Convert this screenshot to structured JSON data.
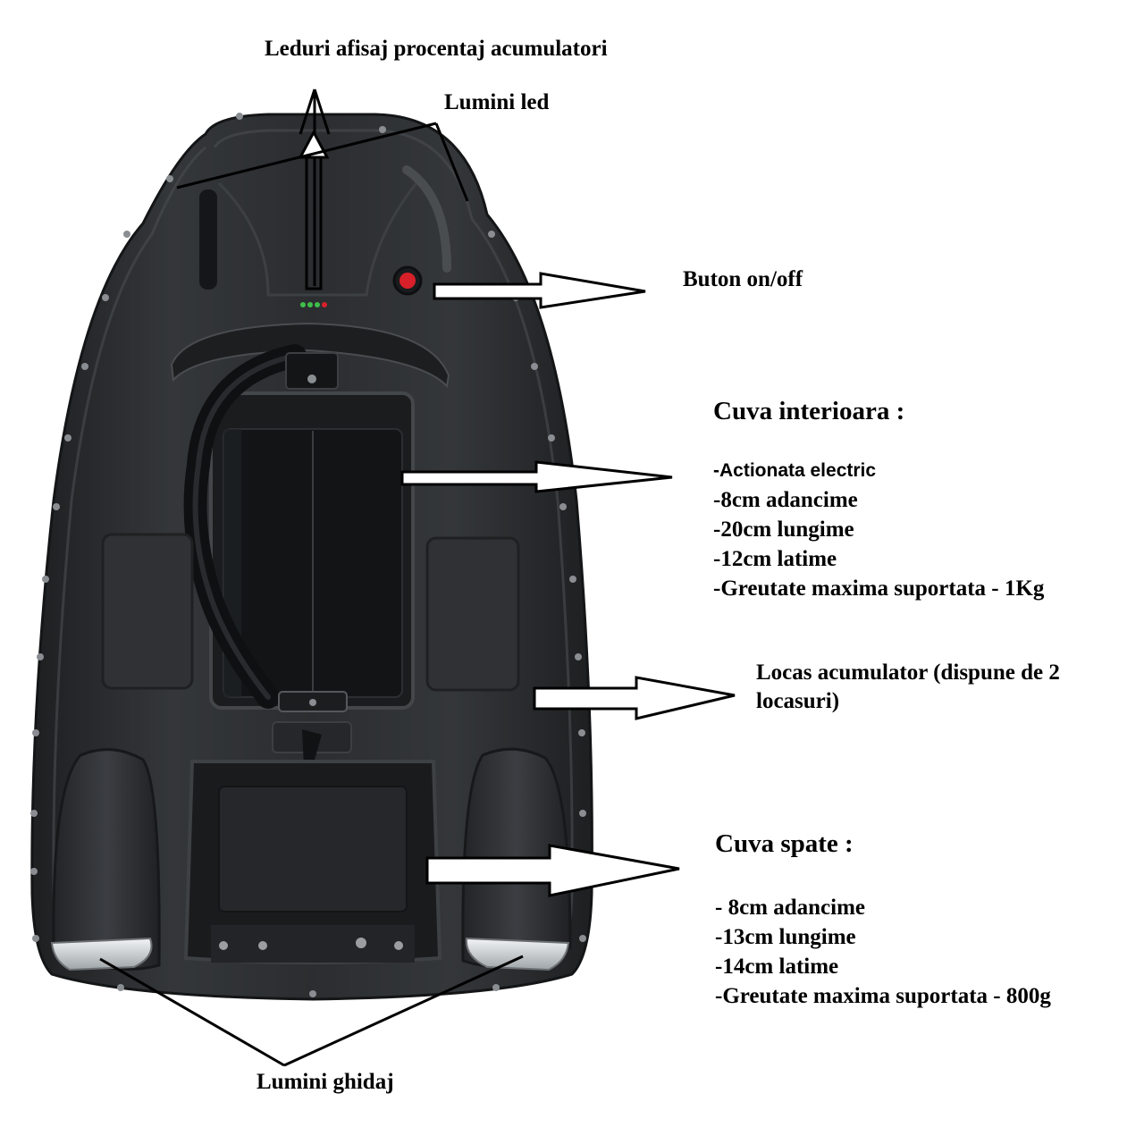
{
  "labels": {
    "leduri": "Leduri afisaj procentaj acumulatori",
    "lumini_led": "Lumini led",
    "buton": "Buton on/off",
    "locas_line1": "Locas acumulator (dispune de 2",
    "locas_line2": "locasuri)",
    "lumini_ghidaj": "Lumini ghidaj"
  },
  "cuva_interioara": {
    "title": "Cuva interioara :",
    "specs": [
      "-Actionata  electric",
      "-8cm adancime",
      "-20cm lungime",
      "-12cm latime",
      "-Greutate maxima suportata - 1Kg"
    ]
  },
  "cuva_spate": {
    "title": "Cuva spate :",
    "specs": [
      "- 8cm adancime",
      "-13cm lungime",
      "-14cm latime",
      "-Greutate maxima suportata - 800g"
    ]
  },
  "colors": {
    "hull": "#2a2c2e",
    "hull_edge": "#1b1c1d",
    "hull_highlight": "#4a4d50",
    "power_button": "#d8202a",
    "battery_leds": "#3fbf4a",
    "arrow_stroke": "#000000"
  }
}
